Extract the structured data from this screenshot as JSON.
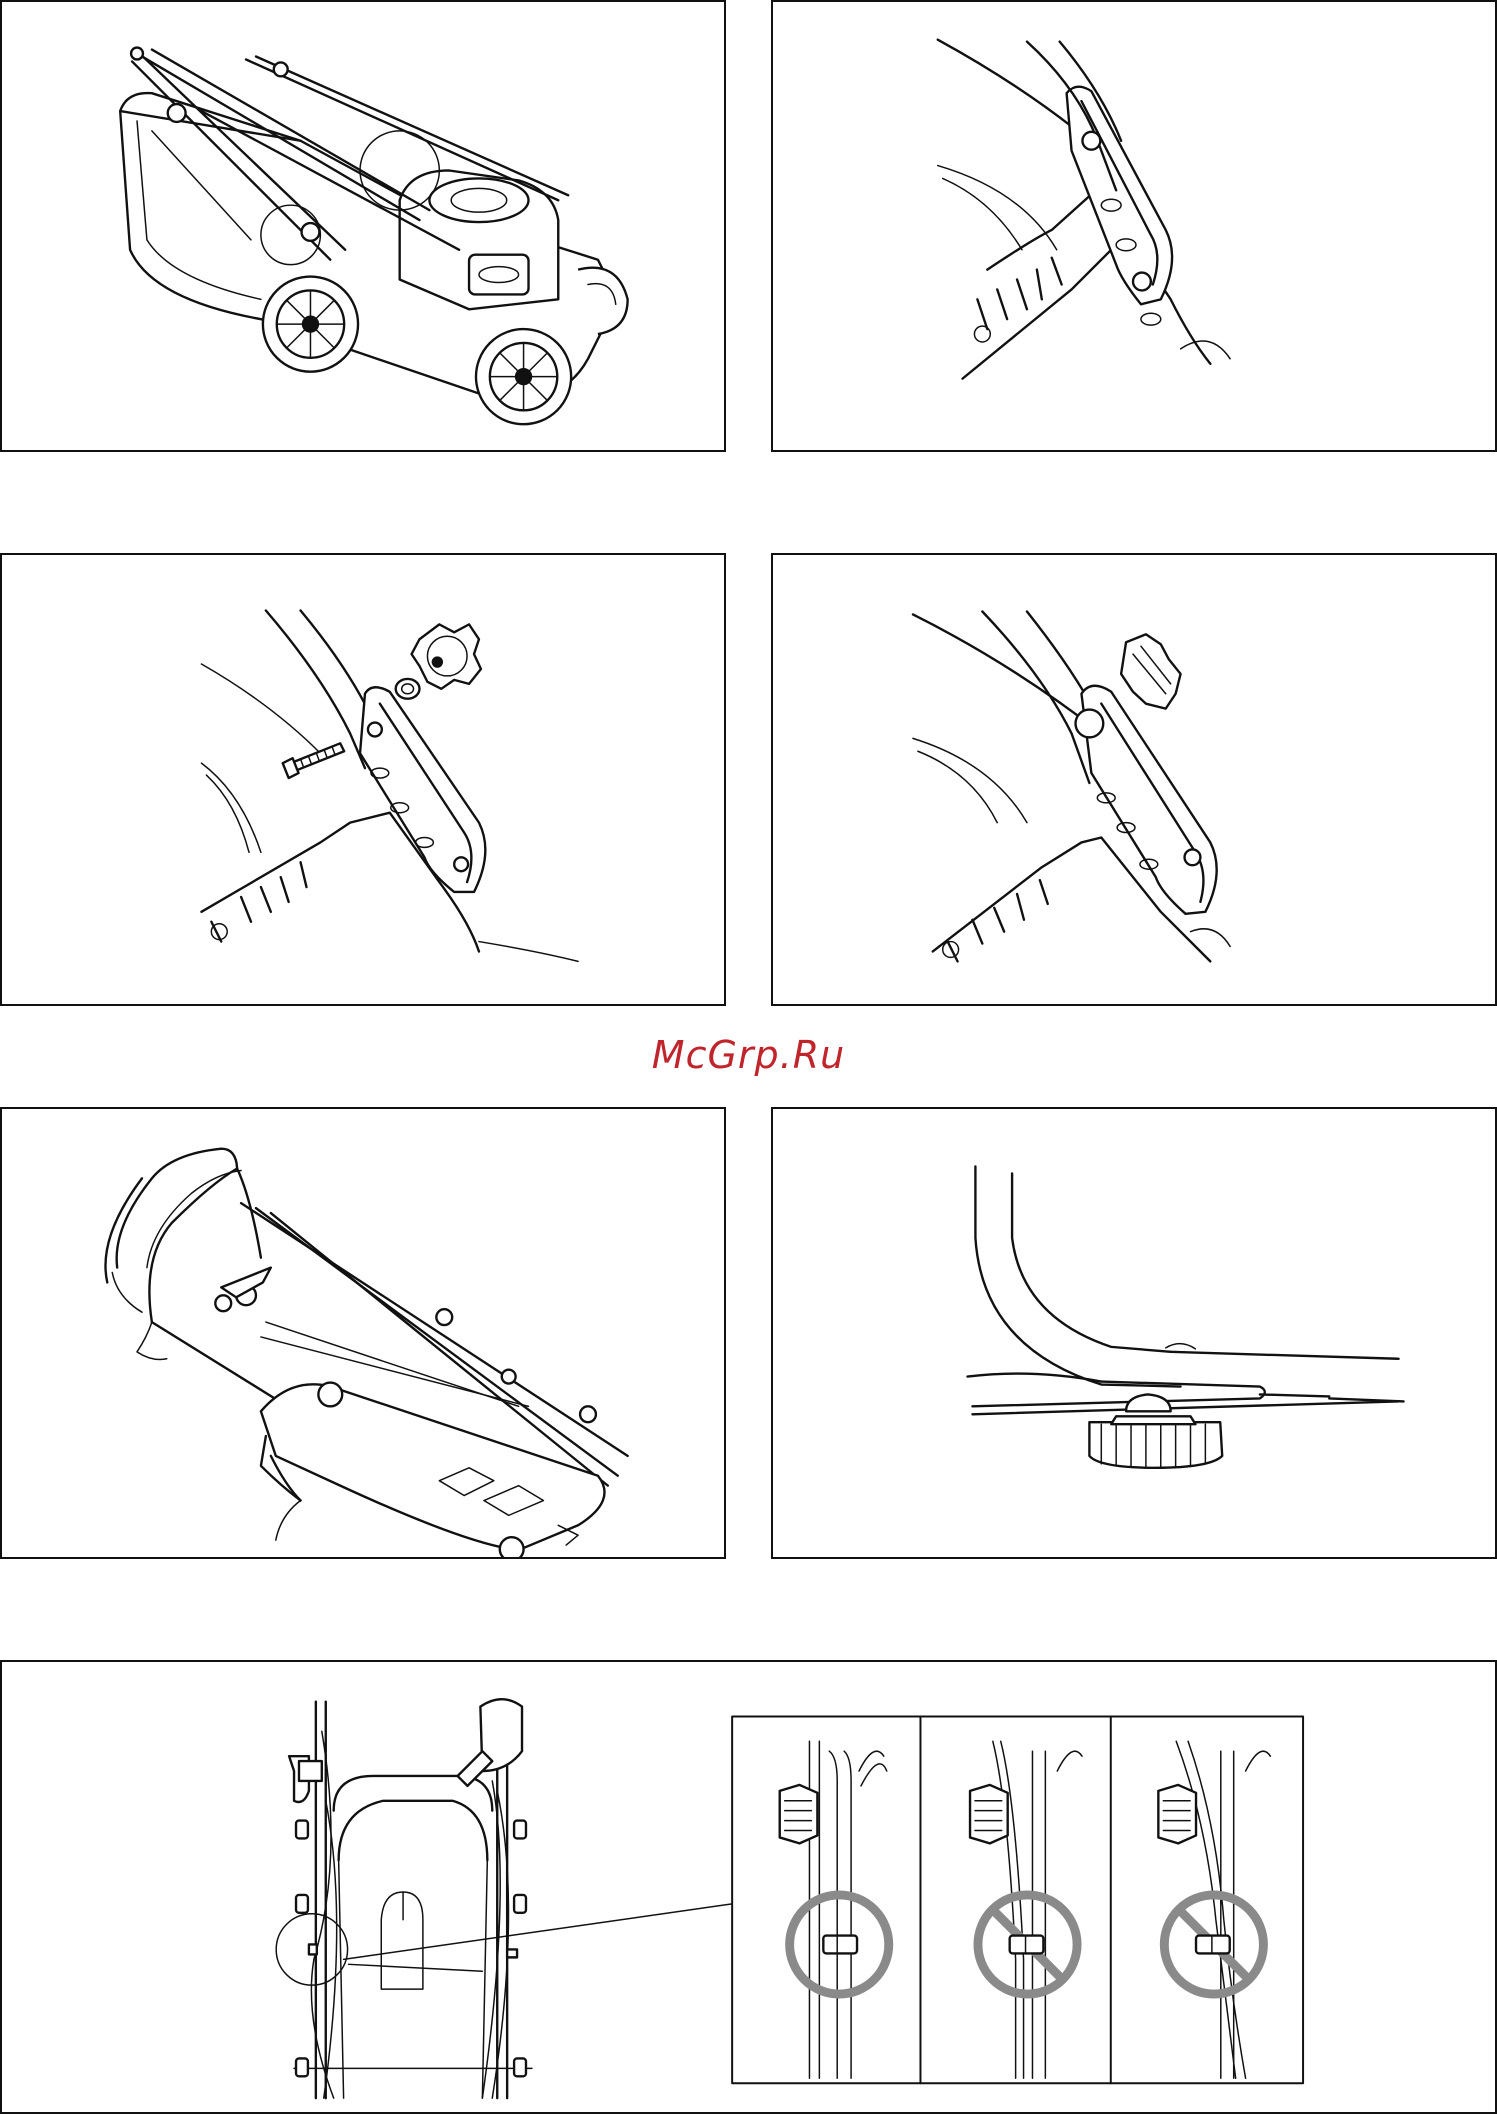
{
  "watermark": {
    "text": "McGrp.Ru",
    "color": "#c0252c"
  },
  "colors": {
    "line": "#111111",
    "ok_ring": "#8a8a8a",
    "prohibit_ring": "#8a8a8a"
  },
  "panels": [
    {
      "id": "fig1",
      "icon": "lawnmower-overview-icon"
    },
    {
      "id": "fig2",
      "icon": "handle-bracket-icon"
    },
    {
      "id": "fig3",
      "icon": "bolt-and-knob-exploded-icon"
    },
    {
      "id": "fig4",
      "icon": "knob-tightened-icon"
    },
    {
      "id": "fig5",
      "icon": "folded-handle-icon"
    },
    {
      "id": "fig6",
      "icon": "handle-knob-side-view-icon"
    },
    {
      "id": "fig7",
      "icon": "cable-routing-icon",
      "insets": [
        {
          "icon": "cable-clip-correct-icon",
          "state": "allowed"
        },
        {
          "icon": "cable-clip-wrong-icon",
          "state": "prohibited"
        },
        {
          "icon": "cable-clip-wrong-icon",
          "state": "prohibited"
        }
      ]
    }
  ]
}
